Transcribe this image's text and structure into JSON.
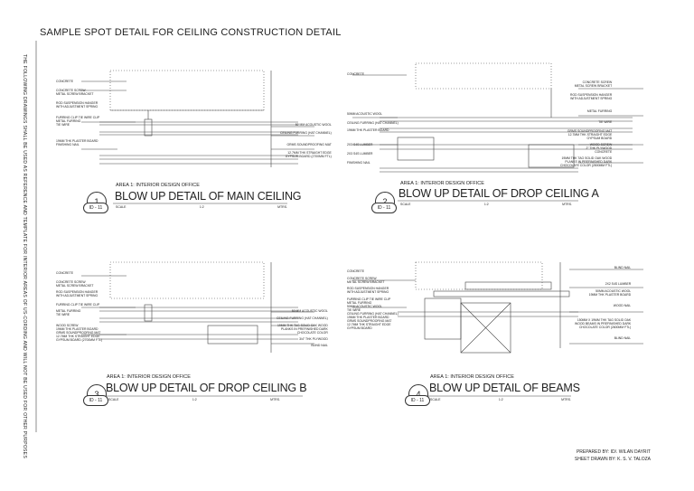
{
  "sheet_title": "SAMPLE SPOT DETAIL FOR CEILING CONSTRUCTION DETAIL",
  "side_note": "THE FOLLOWING DRAWINGS SHALL BE USED AS REFERENCE AND TEMPLATE FOR INTERIOR AREAS OF US-CORDING AND WILL NOT BE USED FOR OTHER PURPOSES",
  "details": [
    {
      "number": "1",
      "sheet": "ID - 11",
      "area": "AREA 1: INTERIOR DESIGN OFFICE",
      "title": "BLOW UP DETAIL OF MAIN CEILING",
      "scale": [
        "SCALE",
        "1:2",
        "MTRS."
      ],
      "left_labels": [
        "CONCRETE",
        "CONCRETE SCREW",
        "METAL SCREW BRACKET",
        "ROD SUSPENSION HANGER",
        "WITH ADJUSTMENT SPRING",
        "FURRING CLIP TIE WIRE CLIP",
        "METAL FURRING",
        "TIE WIRE",
        "19MM THK PLASTER BOARD",
        "FINISHING NAIL"
      ],
      "right_labels": [
        "50 MM ACOUSTIC WOOL",
        "CEILING FURRING (HAT CHANNEL)",
        "GRMS SOUNDPROOFING MAT",
        "12.7MM THK STRAIGHT EDGE",
        "GYPSUM BOARD (2700MM FTL)"
      ]
    },
    {
      "number": "2",
      "sheet": "ID - 11",
      "area": "AREA 1: INTERIOR DESIGN OFFICE",
      "title": "BLOW UP DETAIL OF DROP CEILING A",
      "scale": [
        "SCALE",
        "1:2",
        "MTRS."
      ],
      "left_labels": [
        "CONCRETE",
        "50MM ACOUSTIC WOOL",
        "CEILING FURRING (HAT CHANNEL)",
        "19MM THK PLASTER BOARD",
        "2X3 S4S LUMBER",
        "2X3 S4S LUMBER",
        "FINISHING NAIL"
      ],
      "right_labels": [
        "CONCRETE SCREW",
        "METAL SCREW BRACKET",
        "ROD SUSPENSION HANGER",
        "WITH ADJUSTMENT SPRING",
        "METAL FURRING",
        "TIE WIRE",
        "GRMS SOUNDPROOFING MAT",
        "12.7MM THK STRAIGHT EDGE",
        "GYPSUM BOARD",
        "WOOD SCREW",
        "2\" THK PLYWOOD",
        "CONCRETE",
        "19MM THK TAG SOLID OAK WOOD",
        "PLANKS IN PREFINISHED DARK",
        "CHOCOLATE COLOR (2800MM FTL)"
      ]
    },
    {
      "number": "3",
      "sheet": "ID - 11",
      "area": "AREA 1: INTERIOR DESIGN OFFICE",
      "title": "BLOW UP DETAIL OF DROP CEILING B",
      "scale": [
        "SCALE",
        "1:2",
        "MTRS."
      ],
      "left_labels": [
        "CONCRETE",
        "CONCRETE SCREW",
        "METAL SCREW BRACKET",
        "ROD SUSPENSION HANGER",
        "WITH ADJUSTMENT SPRING",
        "FURRING CLIP TIE WIRE CLIP",
        "METAL FURRING",
        "TIE WIRE",
        "WOOD SCREW",
        "19MM THK PLASTER BOARD",
        "GRMS SOUNDPROOFING MAT",
        "12.7MM THK STRAIGHT EDGE",
        "GYPSUM BOARD (2700MM FTL)"
      ],
      "right_labels": [
        "50 MM ACOUSTIC WOOL",
        "CEILING FURRING (HAT CHANNEL)",
        "19MM THK TAG SOLID OAK WOOD",
        "PLANKS IN PREFINISHED DARK",
        "CHOCOLATE COLOR",
        "3/4\" THK PLYWOOD",
        "BLIND NAIL"
      ]
    },
    {
      "number": "4",
      "sheet": "ID - 11",
      "area": "AREA 1: INTERIOR DESIGN OFFICE",
      "title": "BLOW UP DETAIL OF BEAMS",
      "scale": [
        "SCALE",
        "1:2",
        "MTRS."
      ],
      "left_labels": [
        "CONCRETE",
        "CONCRETE SCREW",
        "METAL SCREW BRACKET",
        "ROD SUSPENSION HANGER",
        "WITH ADJUSTMENT SPRING",
        "FURRING CLIP TIE WIRE CLIP",
        "METAL FURRING",
        "50MM ACOUSTIC WOOL",
        "TIE WIRE",
        "CEILING FURRING (HAT CHANNEL)",
        "19MM THK PLASTER BOARD",
        "GRMS SOUNDPROOFING MAT",
        "12.7MM THK STRAIGHT EDGE",
        "GYPSUM BOARD"
      ],
      "right_labels": [
        "BLIND NAIL",
        "2X2 S4S LUMBER",
        "50MM ACOUSTIC WOOL",
        "19MM THK PLASTER BOARD",
        "WOOD NAIL",
        "150MM X 19MM THK TAG SOLID OAK",
        "WOOD BEAMS IN PREFINISHED DARK",
        "CHOCOLATE COLOR (2600MM FTL)",
        "BLIND NAIL"
      ]
    }
  ],
  "credits": {
    "prepared": "PREPARED BY: ID/. WILAN DAYRIT",
    "drawn": "SHEET DRAWN BY: K. S. V. TALOZA"
  }
}
